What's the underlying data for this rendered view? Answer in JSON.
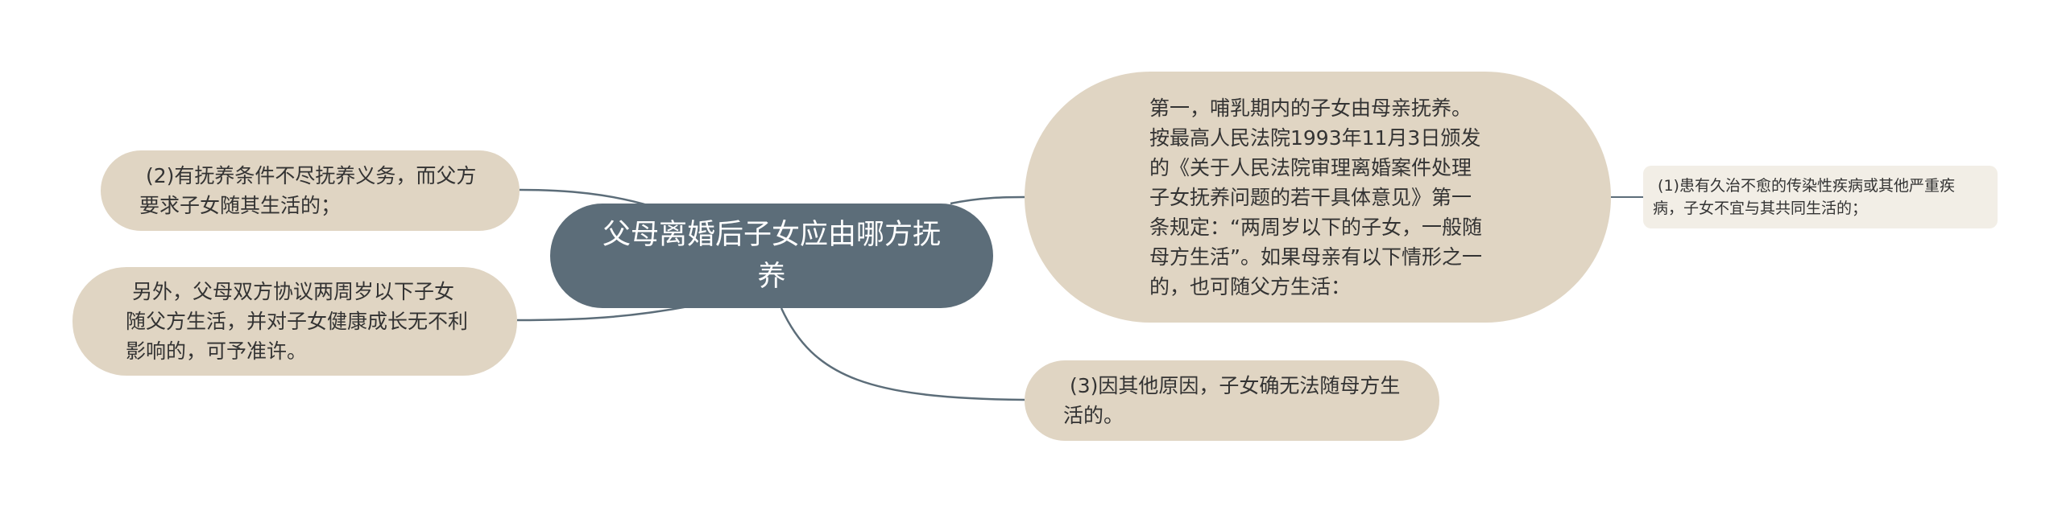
{
  "colors": {
    "center_fill": "#5c6d79",
    "node_fill": "#e0d5c3",
    "leaf_fill": "#f2eee6",
    "connector": "#5c6d79"
  },
  "center": {
    "label": "父母离婚后子女应由哪方抚养"
  },
  "left_nodes": [
    {
      "label": " (2)有抚养条件不尽抚养义务，而父方要求子女随其生活的；"
    },
    {
      "label": " 另外，父母双方协议两周岁以下子女随父方生活，并对子女健康成长无不利影响的，可予准许。"
    }
  ],
  "right_nodes": [
    {
      "label": "第一，哺乳期内的子女由母亲抚养。按最高人民法院1993年11月3日颁发的《关于人民法院审理离婚案件处理子女抚养问题的若干具体意见》第一条规定：“两周岁以下的子女，一般随母方生活”。如果母亲有以下情形之一的，也可随父方生活："
    },
    {
      "label": " (3)因其他原因，子女确无法随母方生活的。"
    }
  ],
  "leaf_nodes": [
    {
      "label": " (1)患有久治不愈的传染性疾病或其他严重疾病，子女不宜与其共同生活的；"
    }
  ]
}
